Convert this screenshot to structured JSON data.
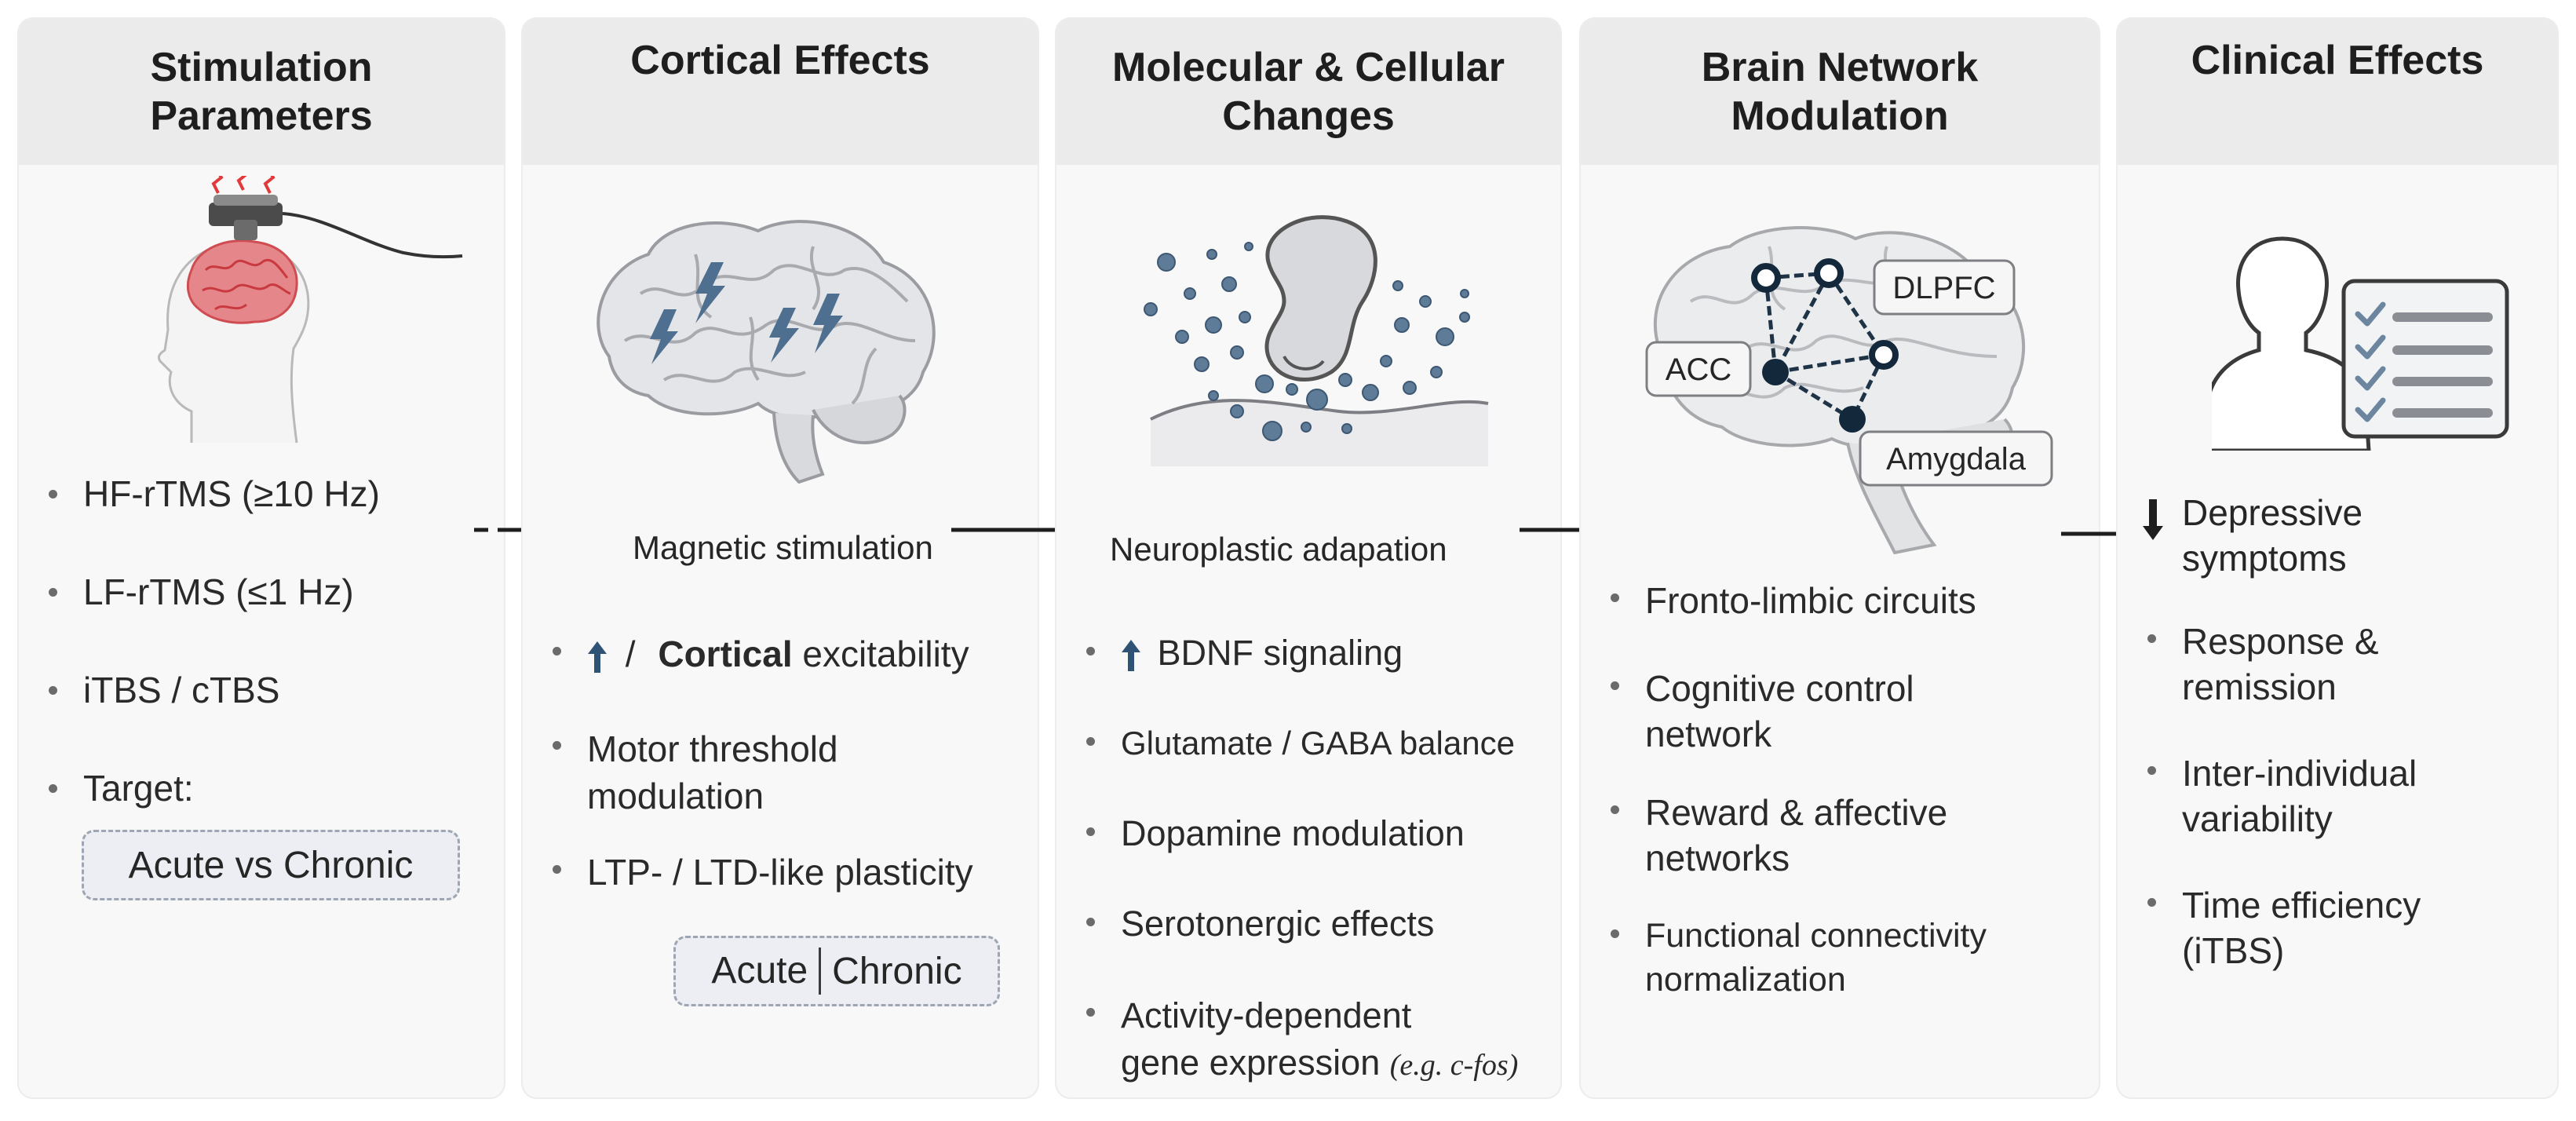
{
  "panels": [
    {
      "title": "Stimulation Parameters",
      "items": [
        "HF-rTMS (≥10 Hz)",
        "LF-rTMS (≤1 Hz)",
        "iTBS / cTBS",
        "Target:"
      ],
      "target_box": "Acute vs Chronic"
    },
    {
      "title": "Cortical Effects",
      "flow_label": "Magnetic stimulation",
      "item1_slash": "/",
      "item1_bold": "Cortical",
      "item1_rest": "excitability",
      "item2_line1": "Motor threshold",
      "item2_line2": "modulation",
      "item3": "LTP- / LTD-like plasticity",
      "box_left": "Acute",
      "box_right": "Chronic"
    },
    {
      "title": "Molecular & Cellular Changes",
      "flow_label": "Neuroplastic adapation",
      "item1": "BDNF signaling",
      "item2": "Glutamate / GABA balance",
      "item3": "Dopamine modulation",
      "item4": "Serotonergic effects",
      "item5_line1": "Activity-dependent",
      "item5_line2": "gene expression",
      "item5_note": "(e.g. c-fos)"
    },
    {
      "title": "Brain Network Modulation",
      "labels": {
        "dlpfc": "DLPFC",
        "acc": "ACC",
        "amygdala": "Amygdala"
      },
      "item1": "Fronto-limbic circuits",
      "item2_line1": "Cognitive control",
      "item2_line2": "network",
      "item3_line1": "Reward & affective",
      "item3_line2": "networks",
      "item4_line1": "Functional connectivity",
      "item4_line2": "normalization"
    },
    {
      "title": "Clinical Effects",
      "item1_line1": "Depressive",
      "item1_line2": "symptoms",
      "item2_line1": "Response &",
      "item2_line2": "remission",
      "item3_line1": "Inter-individual",
      "item3_line2": "variability",
      "item4_line1": "Time efficiency",
      "item4_line2": "(iTBS)"
    }
  ],
  "colors": {
    "panel_bg": "#f8f8f8",
    "header_bg": "#ebebeb",
    "accent_blue": "#2f5375",
    "network_node": "#14283c",
    "brain_fill": "#e4e5e8",
    "brain_red": "#d8454a"
  },
  "icons": [
    "tms-coil-head-icon",
    "lightning-brain-icon",
    "synapse-icon",
    "brain-network-icon",
    "patient-checklist-icon",
    "up-arrow-icon",
    "down-arrow-icon",
    "right-arrow-icon"
  ]
}
